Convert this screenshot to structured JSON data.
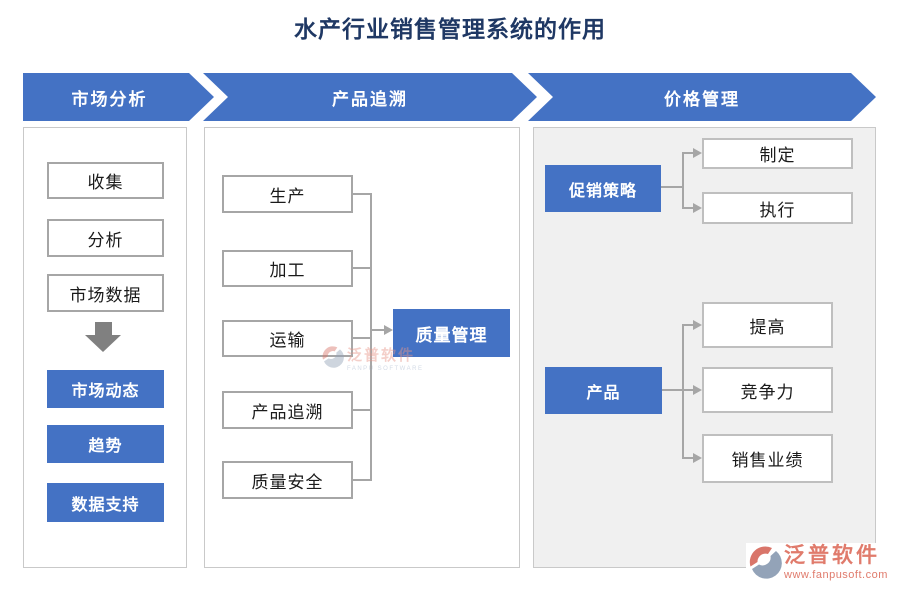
{
  "title": "水产行业销售管理系统的作用",
  "banners": [
    {
      "label": "市场分析"
    },
    {
      "label": "产品追溯"
    },
    {
      "label": "价格管理"
    }
  ],
  "market_analysis": {
    "steps": [
      "收集",
      "分析",
      "市场数据"
    ],
    "outputs": [
      "市场动态",
      "趋势",
      "数据支持"
    ]
  },
  "product_trace": {
    "stages": [
      "生产",
      "加工",
      "运输",
      "产品追溯",
      "质量安全"
    ],
    "target": "质量管理"
  },
  "price_management": {
    "promo": {
      "source": "促销策略",
      "targets": [
        "制定",
        "执行"
      ]
    },
    "product": {
      "source": "产品",
      "targets": [
        "提高",
        "竞争力",
        "销售业绩"
      ]
    }
  },
  "watermark": {
    "name": "泛普软件",
    "caption": "FANPU SOFTWARE"
  },
  "logo": {
    "name": "泛普软件",
    "site": "www.fanpusoft.com"
  },
  "icons": {
    "flow_down_arrow": "solid gray down arrow (#808080)",
    "connector_arrowhead": "small gray right-pointing triangle (#A6A6A6)",
    "fanpu_logo_mark": "two-tone swirl circle, coral + blue-gray"
  },
  "colors": {
    "accent_blue": "#4472C4",
    "title_navy": "#1F3864",
    "connector_gray": "#A6A6A6",
    "flow_arrow_gray": "#808080",
    "panel3_bg": "#F0F0F0",
    "box_border_gray": "#A6A6A6",
    "logo_coral": "#E07B6C"
  }
}
